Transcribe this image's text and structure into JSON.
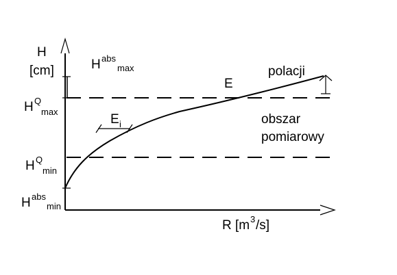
{
  "y_axis": {
    "name": "H",
    "unit": "[cm]",
    "h_abs_max": {
      "base": "H",
      "sup": "abs",
      "sub": "max"
    },
    "h_q_max": {
      "base": "H",
      "sup": "Q",
      "sub": "max"
    },
    "h_q_min": {
      "base": "H",
      "sup": "Q",
      "sub": "min"
    },
    "h_abs_min": {
      "base": "H",
      "sup": "abs",
      "sub": "min"
    }
  },
  "x_axis": {
    "label_pre": "R [m",
    "label_sup": "3",
    "label_post": "/s]"
  },
  "curve": {
    "name": "E",
    "extrapolation_label": "polacji"
  },
  "segment": {
    "base": "E",
    "sub": "i"
  },
  "region": {
    "line1": "obszar",
    "line2": "pomiarowy"
  },
  "colors": {
    "stroke": "#000000",
    "background": "#ffffff"
  }
}
